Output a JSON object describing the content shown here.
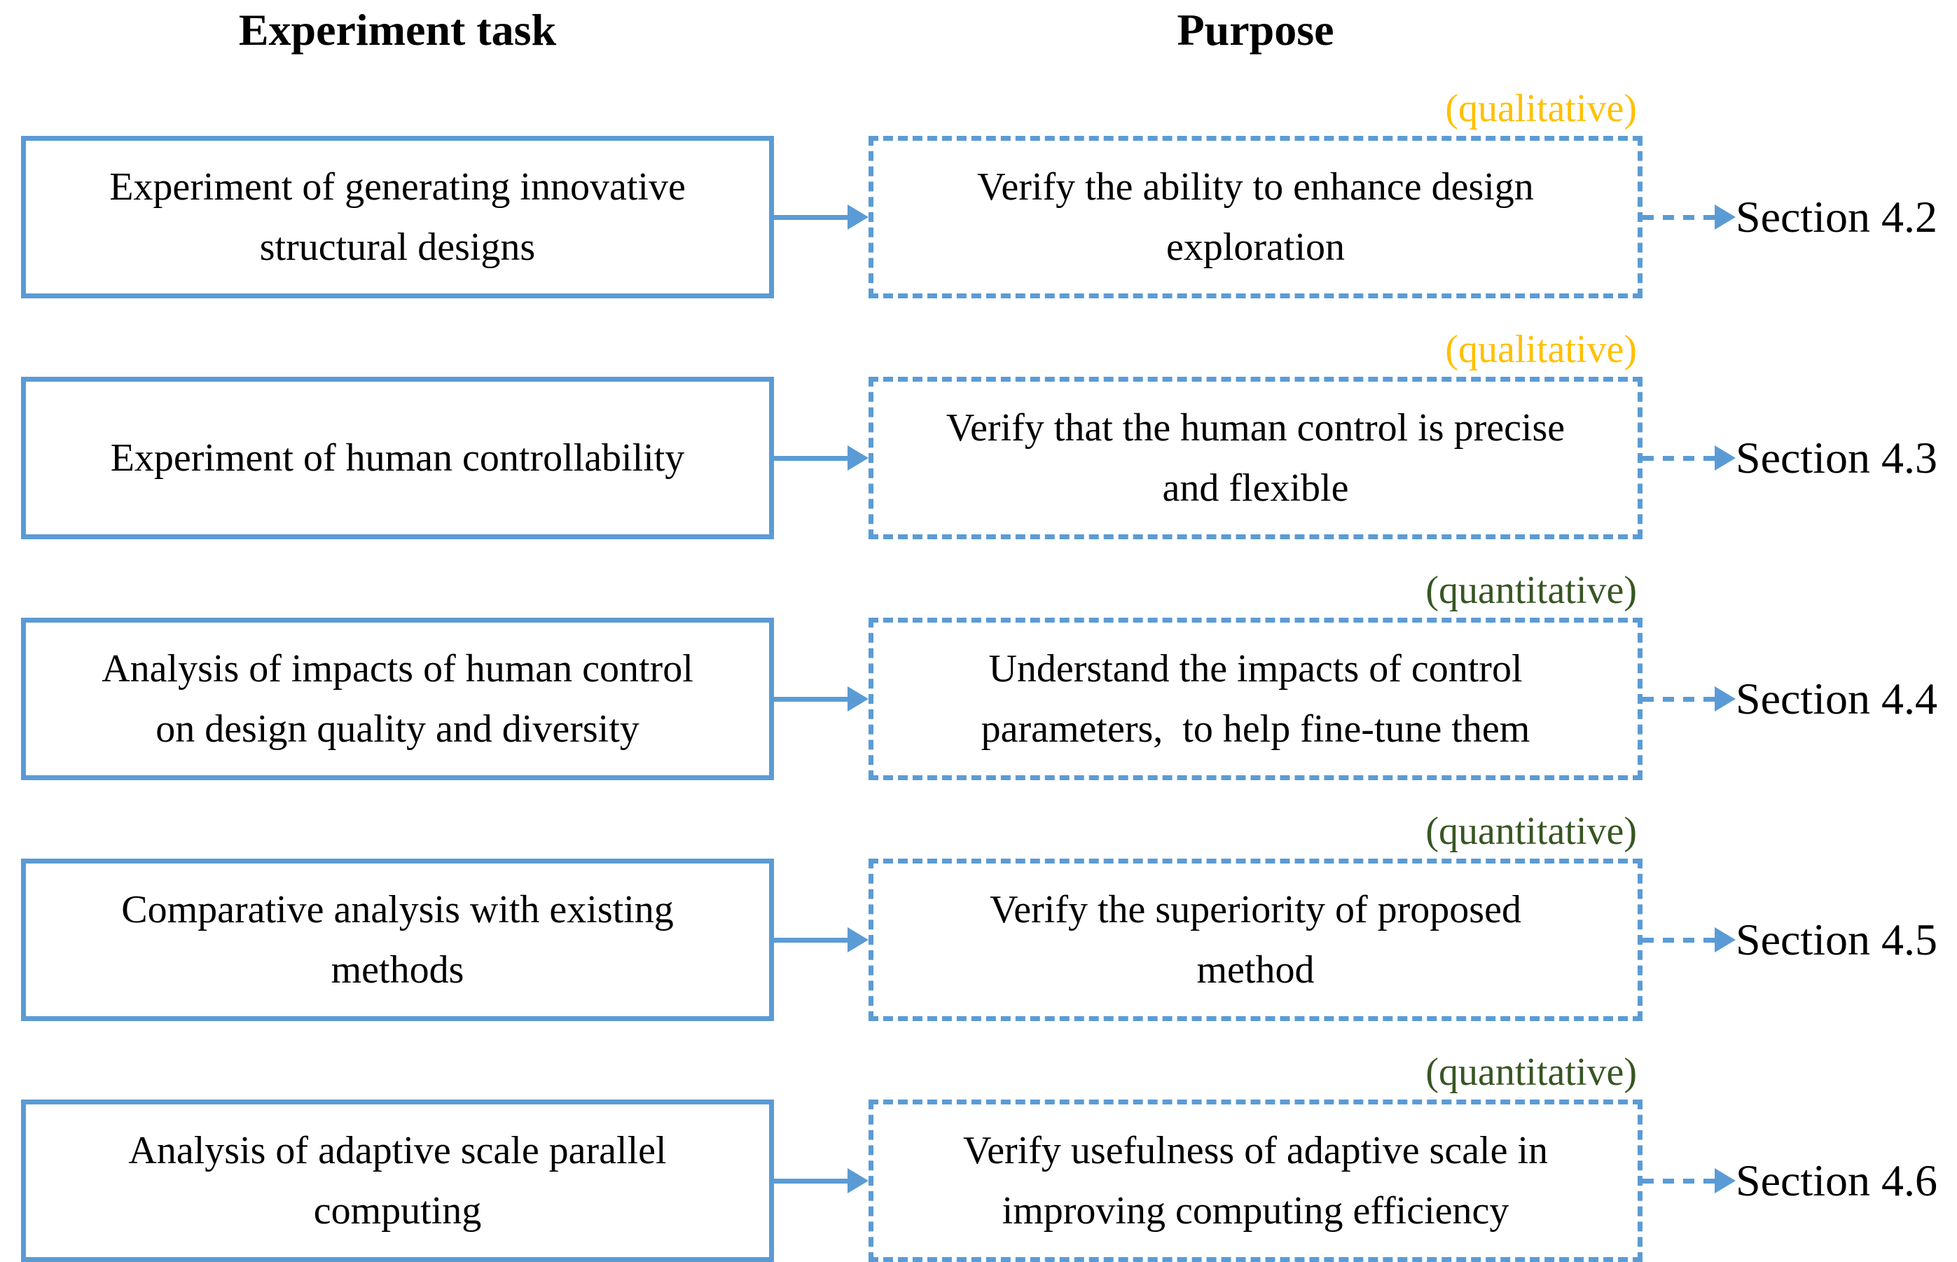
{
  "headers": {
    "task": "Experiment task",
    "purpose": "Purpose"
  },
  "colors": {
    "accent_blue": "#5B9BD5",
    "qualitative_label": "#FFC000",
    "quantitative_label": "#375623"
  },
  "rows": [
    {
      "task": "Experiment of generating innovative\nstructural designs",
      "type": "(qualitative)",
      "type_color": "#FFC000",
      "purpose": "Verify the ability to enhance design\nexploration",
      "section": "Section 4.2"
    },
    {
      "task": "Experiment of human controllability",
      "type": "(qualitative)",
      "type_color": "#FFC000",
      "purpose": "Verify that the human control is precise\nand flexible",
      "section": "Section 4.3"
    },
    {
      "task": "Analysis of impacts of human control\non design quality and diversity",
      "type": "(quantitative)",
      "type_color": "#375623",
      "purpose": "Understand the impacts of control\nparameters,  to help fine-tune them",
      "section": "Section 4.4"
    },
    {
      "task": "Comparative analysis with existing\nmethods",
      "type": "(quantitative)",
      "type_color": "#375623",
      "purpose": "Verify the superiority of proposed\nmethod",
      "section": "Section 4.5"
    },
    {
      "task": "Analysis of adaptive scale parallel\ncomputing",
      "type": "(quantitative)",
      "type_color": "#375623",
      "purpose": "Verify usefulness of adaptive scale in\nimproving computing efficiency",
      "section": "Section 4.6"
    }
  ]
}
